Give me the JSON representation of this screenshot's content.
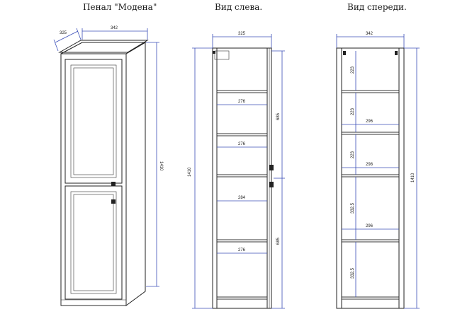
{
  "titles": {
    "perspective": "Пенал \"Модена\"",
    "side": "Вид слева.",
    "front": "Вид спереди."
  },
  "perspective_dims": {
    "depth": "325",
    "width": "342",
    "height": "1410"
  },
  "side_view_dims": {
    "top_width": "325",
    "total_height": "1410",
    "upper_section": "685",
    "lower_section": "685",
    "shelf_1": "276",
    "shelf_2": "276",
    "shelf_3": "284",
    "shelf_4": "276"
  },
  "front_view_dims": {
    "top_width": "342",
    "total_height": "1410",
    "gap_1": "223",
    "gap_2": "223",
    "gap_3": "223",
    "gap_4": "332,5",
    "gap_5": "332,5",
    "shelf_1": "296",
    "shelf_2": "298",
    "shelf_3": "296"
  },
  "colors": {
    "dimension_line": "#3b4fb8",
    "outline": "#222222"
  }
}
